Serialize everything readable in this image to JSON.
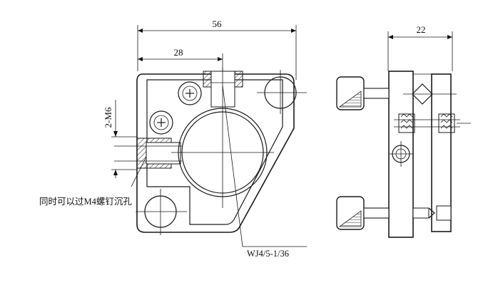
{
  "drawing": {
    "dim_overall_width": "56",
    "dim_half_width": "28",
    "dim_thread": "2-M6",
    "dim_side_thickness": "22",
    "note_counterbore": "同时可以过M4螺钉沉孔",
    "model_label": "WJ4/5-1/36"
  }
}
